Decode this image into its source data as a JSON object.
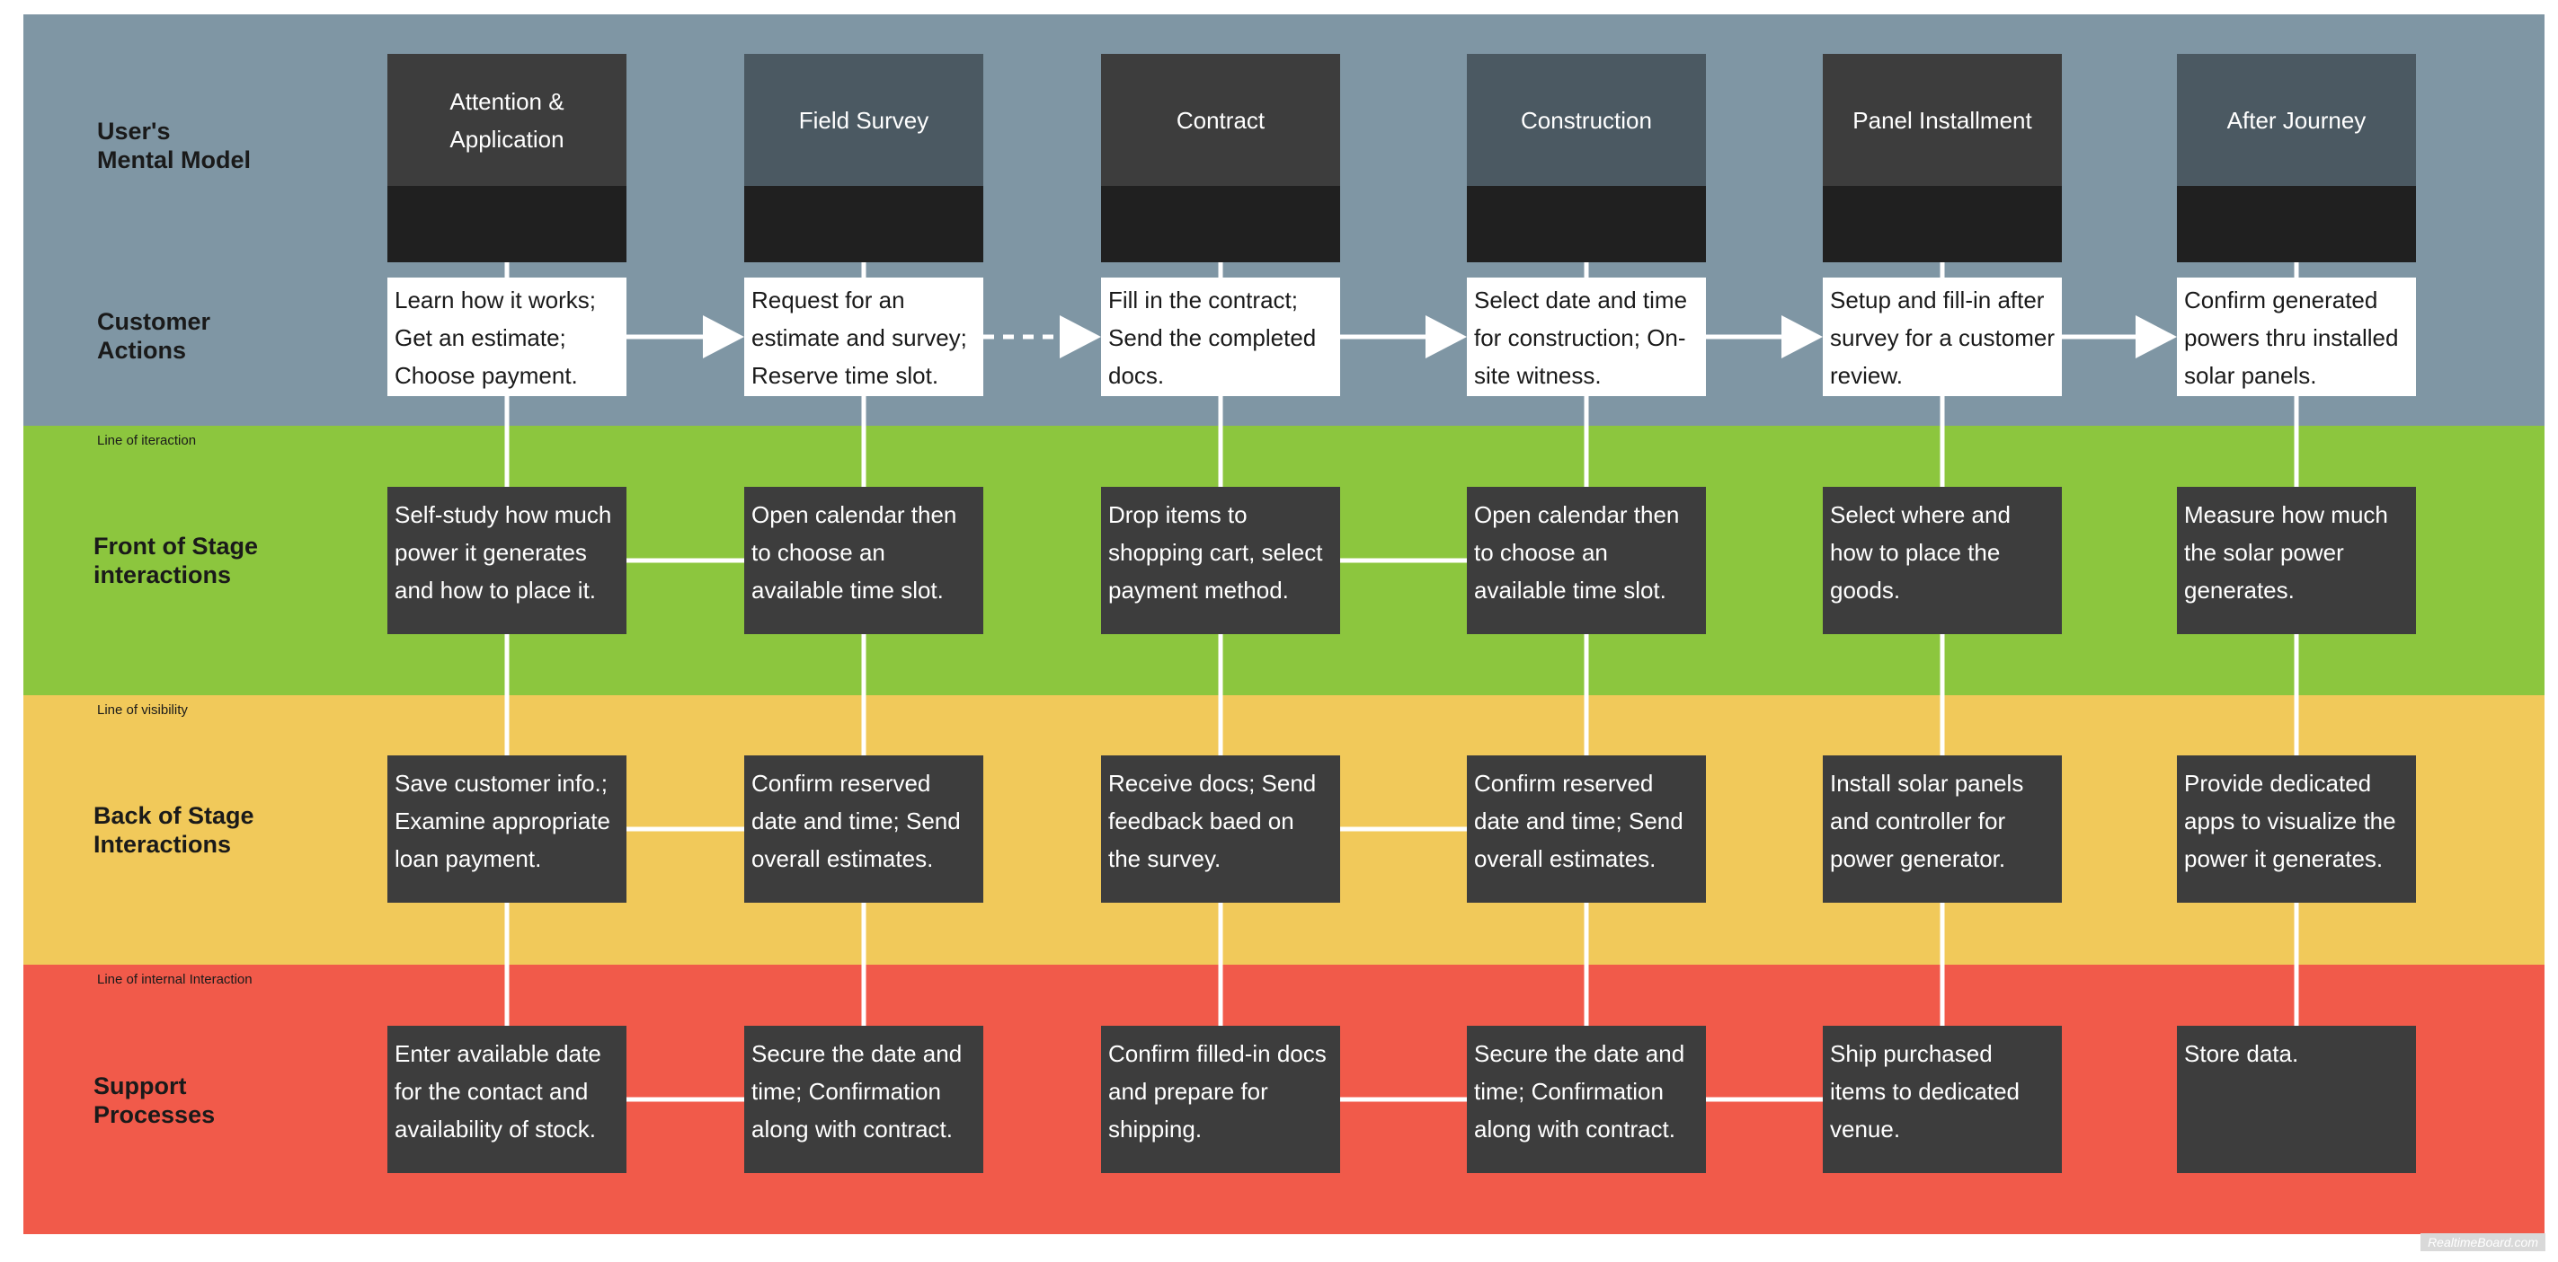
{
  "colors": {
    "customer_band": "#7f96a4",
    "front_band": "#8cc63e",
    "back_band": "#f1c95a",
    "support_band": "#f15a4a",
    "phase_dark": "#3d3d3d",
    "phase_slate": "#4b5962",
    "card_dark": "#3d3d3d",
    "connector": "#ffffff"
  },
  "lanes": {
    "mental_model": "User's\nMental Model",
    "customer_actions": "Customer\nActions",
    "front_stage": "Front of Stage\ninteractions",
    "back_stage": "Back of Stage\nInteractions",
    "support": "Support\nProcesses"
  },
  "lines": {
    "interaction": "Line of iteraction",
    "visibility": "Line of visibility",
    "internal": "Line of internal Interaction"
  },
  "phases": [
    {
      "title": "Attention & Application",
      "customer_action": "Learn how it works; Get an estimate; Choose payment.",
      "front": "Self-study how much power it generates and how to place it.",
      "back": "Save customer info.; Examine appropriate loan payment.",
      "support": "Enter available date for the contact and availability of stock."
    },
    {
      "title": "Field Survey",
      "customer_action": "Request for an estimate and survey; Reserve time slot.",
      "front": "Open calendar then to choose an available time slot.",
      "back": "Confirm reserved date and time; Send overall estimates.",
      "support": "Secure the date and time; Confirmation along with contract."
    },
    {
      "title": "Contract",
      "customer_action": "Fill in the contract; Send the completed docs.",
      "front": "Drop items to shopping cart, select payment method.",
      "back": "Receive docs; Send feedback baed on the survey.",
      "support": "Confirm filled-in docs and prepare for shipping."
    },
    {
      "title": "Construction",
      "customer_action": "Select date and time for construction; On-site witness.",
      "front": "Open calendar then to choose an available time slot.",
      "back": "Confirm reserved date and time; Send overall estimates.",
      "support": "Secure the date and time; Confirmation along with contract."
    },
    {
      "title": "Panel Installment",
      "customer_action": "Setup and fill-in after survey for a customer review.",
      "front": "Select where and how to place the goods.",
      "back": "Install solar panels and controller for power generator.",
      "support": "Ship purchased items to dedicated venue."
    },
    {
      "title": "After Journey",
      "customer_action": "Confirm generated powers thru installed solar panels.",
      "front": "Measure how much the solar power generates.",
      "back": "Provide dedicated apps to visualize the power it generates.",
      "support": "Store data."
    }
  ],
  "watermark": "RealtimeBoard.com"
}
